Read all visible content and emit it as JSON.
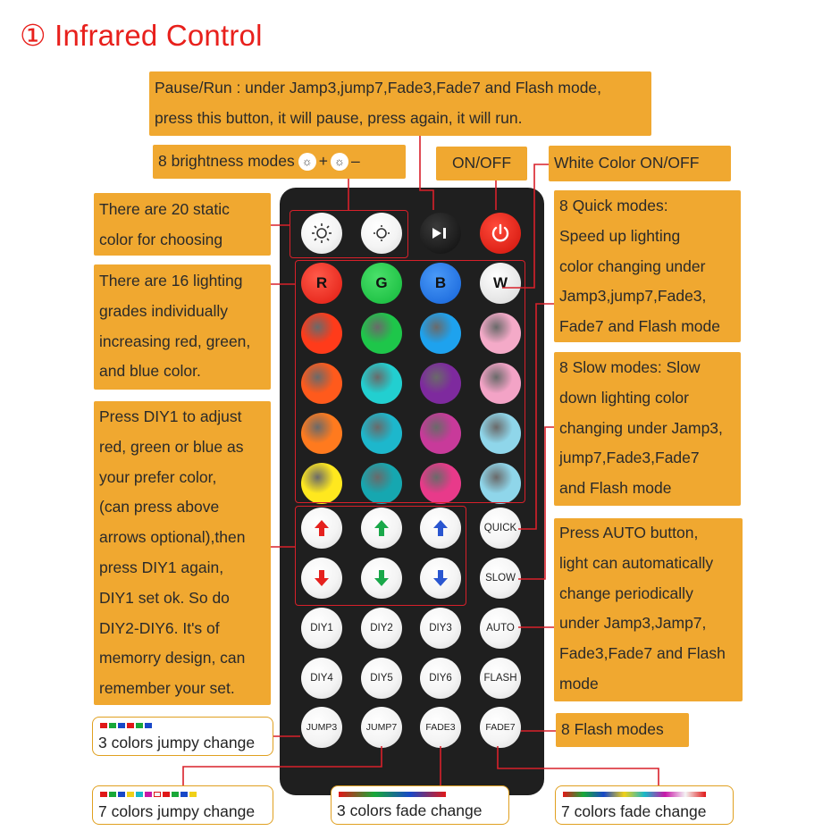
{
  "title": "① Infrared Control",
  "labels": {
    "pause": [
      "Pause/Run : under Jamp3,jump7,Fade3,Fade7 and Flash mode,",
      "press this button, it will pause, press again, it will run."
    ],
    "brightness": "8 brightness modes",
    "brightness_plus": "+",
    "brightness_minus": "–",
    "onoff": "ON/OFF",
    "white": "White Color ON/OFF",
    "static": [
      "There are 20 static",
      "color for choosing"
    ],
    "grades": [
      "There are 16 lighting",
      "grades individually",
      "increasing red, green,",
      "and blue color."
    ],
    "diy": [
      "Press DIY1 to adjust",
      "red, green or blue as",
      "your prefer color,",
      "(can press above",
      "arrows optional),then",
      "press DIY1 again,",
      "DIY1 set ok. So do",
      "DIY2-DIY6. It's of",
      "memorry design, can",
      "remember your set."
    ],
    "quick": [
      "8 Quick modes:",
      "Speed up lighting",
      "color changing under",
      "Jamp3,jump7,Fade3,",
      "Fade7 and Flash mode"
    ],
    "slow": [
      "8 Slow modes: Slow",
      "down lighting color",
      "changing under Jamp3,",
      "jump7,Fade3,Fade7",
      "and Flash mode"
    ],
    "auto": [
      "Press AUTO button,",
      "light can automatically",
      "change periodically",
      "under Jamp3,Jamp7,",
      "Fade3,Fade7 and Flash",
      "mode"
    ],
    "flash": "8 Flash modes",
    "jump3": "3 colors jumpy change",
    "jump7": "7 colors jumpy change",
    "fade3": "3 colors fade change",
    "fade7": "7 colors fade change"
  },
  "remote": {
    "rgbw": [
      "R",
      "G",
      "B",
      "W"
    ],
    "side_buttons": [
      "QUICK",
      "SLOW",
      "AUTO",
      "FLASH"
    ],
    "diy_row1": [
      "DIY1",
      "DIY2",
      "DIY3"
    ],
    "diy_row2": [
      "DIY4",
      "DIY5",
      "DIY6"
    ],
    "bottom": [
      "JUMP3",
      "JUMP7",
      "FADE3",
      "FADE7"
    ],
    "color_rows": [
      [
        "#ff2d1e",
        "#1fd14a",
        "#1f7df0",
        "#ffffff"
      ],
      [
        "#ff3b1a",
        "#1ec64a",
        "#1ea2ee",
        "#f4aac8"
      ],
      [
        "#ff5a1c",
        "#22cfd0",
        "#7e2a9e",
        "#f3a3c6"
      ],
      [
        "#ff7a1e",
        "#1db7cc",
        "#c83a9a",
        "#8fd6ea"
      ],
      [
        "#ffe81e",
        "#16a7b0",
        "#e83a8a",
        "#8fd6ea"
      ]
    ],
    "arrow_colors": [
      "#e5211e",
      "#1aa84a",
      "#2a56d0"
    ]
  }
}
